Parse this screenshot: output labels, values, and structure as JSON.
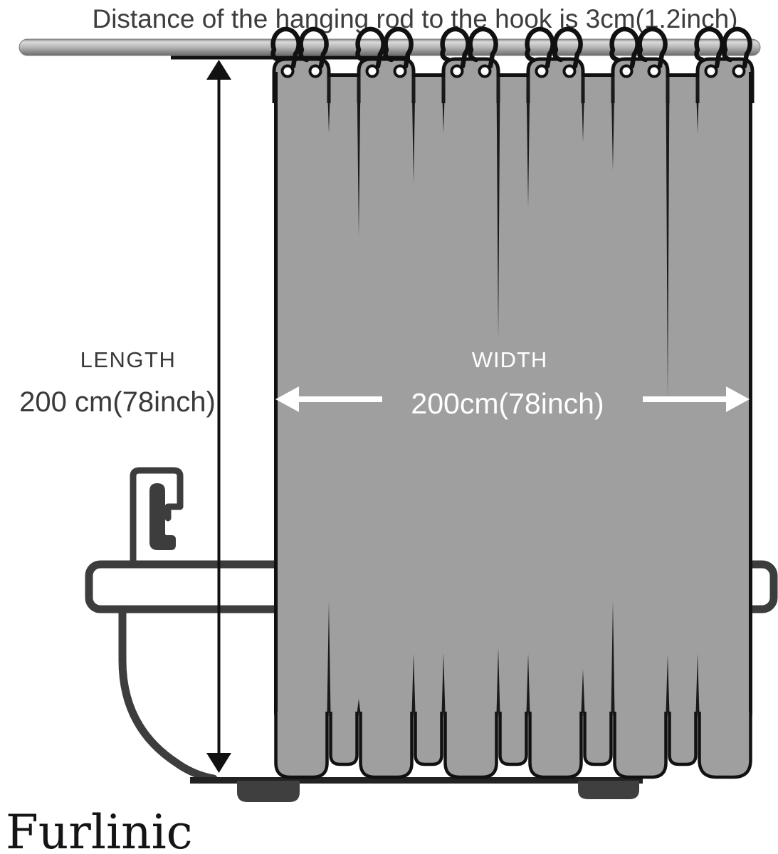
{
  "title": "Distance of the hanging rod to the hook is 3cm(1.2inch)",
  "length": {
    "label": "LENGTH",
    "value": "200 cm(78inch)"
  },
  "width": {
    "label": "WIDTH",
    "value": "200cm(78inch)"
  },
  "brand": "Furlinic",
  "colors": {
    "curtain_gray": "#9f9f9f",
    "curtain_outline": "#111111",
    "tub_outline": "#3d3d3d",
    "dark_text": "#3d3d3d",
    "light_text": "#ffffff",
    "rod_light": "#dadada",
    "rod_dark": "#6b6b6b"
  }
}
